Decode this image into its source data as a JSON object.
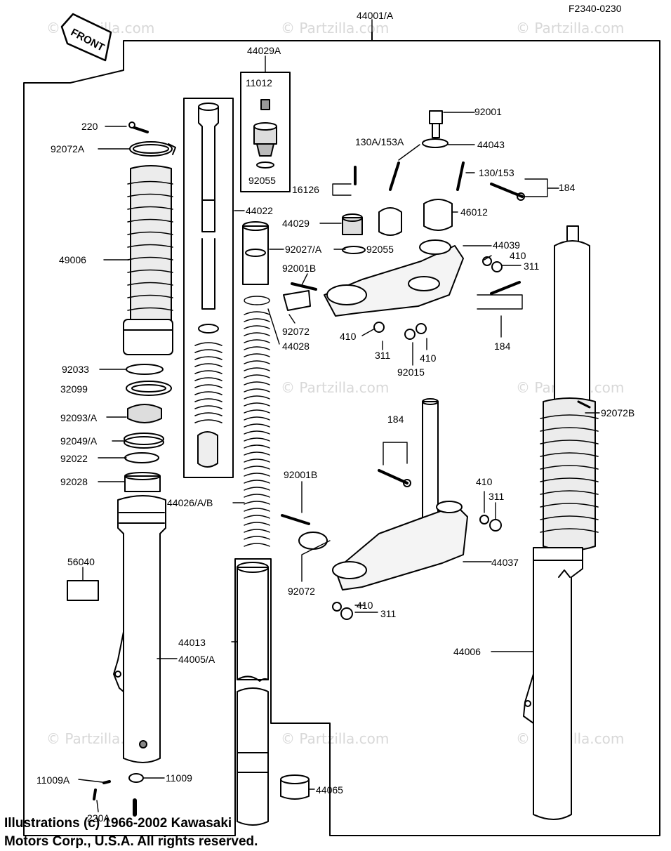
{
  "diagram_code": "F2340-0230",
  "front_label": "FRONT",
  "watermark_text": "© Partzilla.com",
  "copyright": [
    "Illustrations (c) 1966-2002 Kawasaki",
    "Motors Corp., U.S.A. All rights reserved."
  ],
  "colors": {
    "line": "#000000",
    "fill_light": "#e0e0e0",
    "fill_mid": "#bbbbbb",
    "watermark": "#d8d8d8"
  },
  "parts": {
    "p44001A": "44001/A",
    "p44029A": "44029A",
    "p11012": "11012",
    "p92055a": "92055",
    "p220": "220",
    "p92072A": "92072A",
    "p44022": "44022",
    "p16126": "16126",
    "p92001": "92001",
    "p130A153A": "130A/153A",
    "p44043": "44043",
    "p130153": "130/153",
    "p184a": "184",
    "p44029": "44029",
    "p46012": "46012",
    "p49006": "49006",
    "p92027A": "92027/A",
    "p92055b": "92055",
    "p44039": "44039",
    "p410a": "410",
    "p311a": "311",
    "p92001Ba": "92001B",
    "p92072a": "92072",
    "p44028": "44028",
    "p410b": "410",
    "p311b": "311",
    "p410c": "410",
    "p92015": "92015",
    "p184b": "184",
    "p92033": "92033",
    "p32099": "32099",
    "p92093A": "92093/A",
    "p92049A": "92049/A",
    "p92022": "92022",
    "p92028": "92028",
    "p184c": "184",
    "p92072B": "92072B",
    "p92001Bb": "92001B",
    "p410d": "410",
    "p311c": "311",
    "p44026AB": "44026/A/B",
    "p56040": "56040",
    "p44037": "44037",
    "p92072b": "92072",
    "p410e": "410",
    "p311d": "311",
    "p44013": "44013",
    "p44005A": "44005/A",
    "p44006": "44006",
    "p11009A": "11009A",
    "p11009": "11009",
    "p44065": "44065",
    "p220A": "220A"
  }
}
